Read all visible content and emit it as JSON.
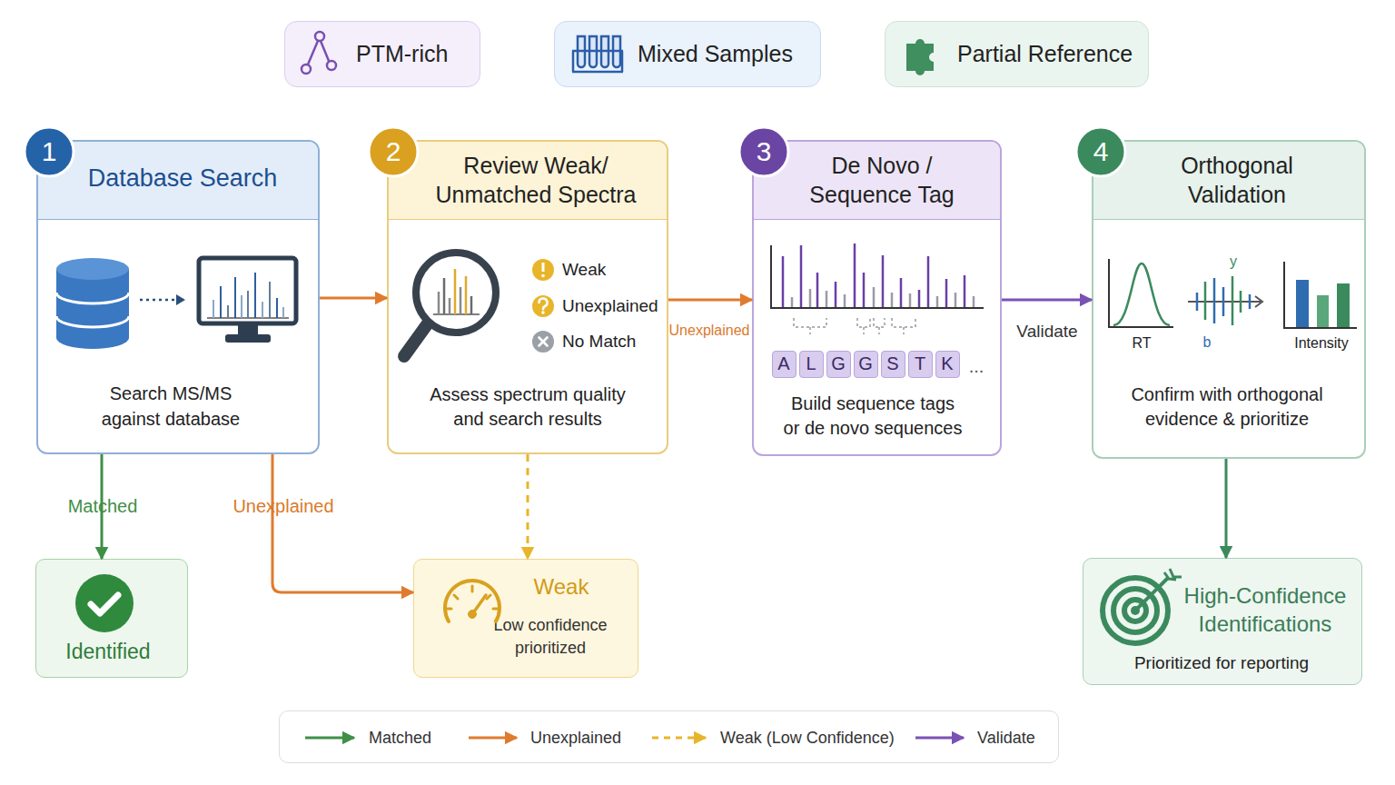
{
  "diagram": {
    "nodes": [
      {
        "text": [
          "PTM-rich"
        ]
      },
      {
        "text": [
          "Mixed Samples"
        ]
      },
      {
        "text": [
          "Partial Reference"
        ]
      },
      {
        "text": [
          "Database Search",
          "Search MS/MS against database"
        ]
      },
      {
        "text": [
          "Review Weak/ Unmatched Spectra",
          "Assess spectrum quality and search results"
        ]
      },
      {
        "text": [
          "De Novo / Sequence Tag",
          "Build sequence tags or de novo sequences"
        ]
      },
      {
        "text": [
          "A"
        ],
        "in": 5
      },
      {
        "text": [
          "L"
        ],
        "in": 5
      },
      {
        "text": [
          "G"
        ],
        "in": 5
      },
      {
        "text": [
          "G"
        ],
        "in": 5
      },
      {
        "text": [
          "S"
        ],
        "in": 5
      },
      {
        "text": [
          "T"
        ],
        "in": 5
      },
      {
        "text": [
          "K"
        ],
        "in": 5
      },
      {
        "text": [
          "Orthogonal Validation",
          "Confirm with orthogonal evidence & prioritize"
        ]
      },
      {
        "text": [
          "Identified"
        ]
      },
      {
        "text": [
          "Weak",
          "Low confidence prioritized"
        ]
      },
      {
        "text": [
          "High-Confidence Identifications",
          "Prioritized for reporting"
        ]
      }
    ],
    "edges": [
      {
        "from": 3,
        "to": 4,
        "arrow": "to"
      },
      {
        "from": 3,
        "to": 14,
        "label": "Matched",
        "arrow": "to"
      },
      {
        "from": 3,
        "to": 15,
        "label": "Unexplained",
        "arrow": "to"
      },
      {
        "from": 4,
        "to": 5,
        "label": "Unexplained",
        "arrow": "to"
      },
      {
        "from": 4,
        "to": 15,
        "arrow": "to"
      },
      {
        "from": 5,
        "to": 13,
        "label": "Validate",
        "arrow": "to"
      },
      {
        "from": 13,
        "to": 16,
        "arrow": "to"
      }
    ],
    "labels": [
      "1",
      "2",
      "3",
      "4",
      "Weak",
      "Unexplained",
      "No Match",
      "...",
      "y",
      "RT",
      "b",
      "Intensity"
    ],
    "legend": [
      {
        "text": "Matched"
      },
      {
        "text": "Unexplained"
      },
      {
        "text": "Weak (Low Confidence)"
      },
      {
        "text": "Validate"
      }
    ]
  }
}
